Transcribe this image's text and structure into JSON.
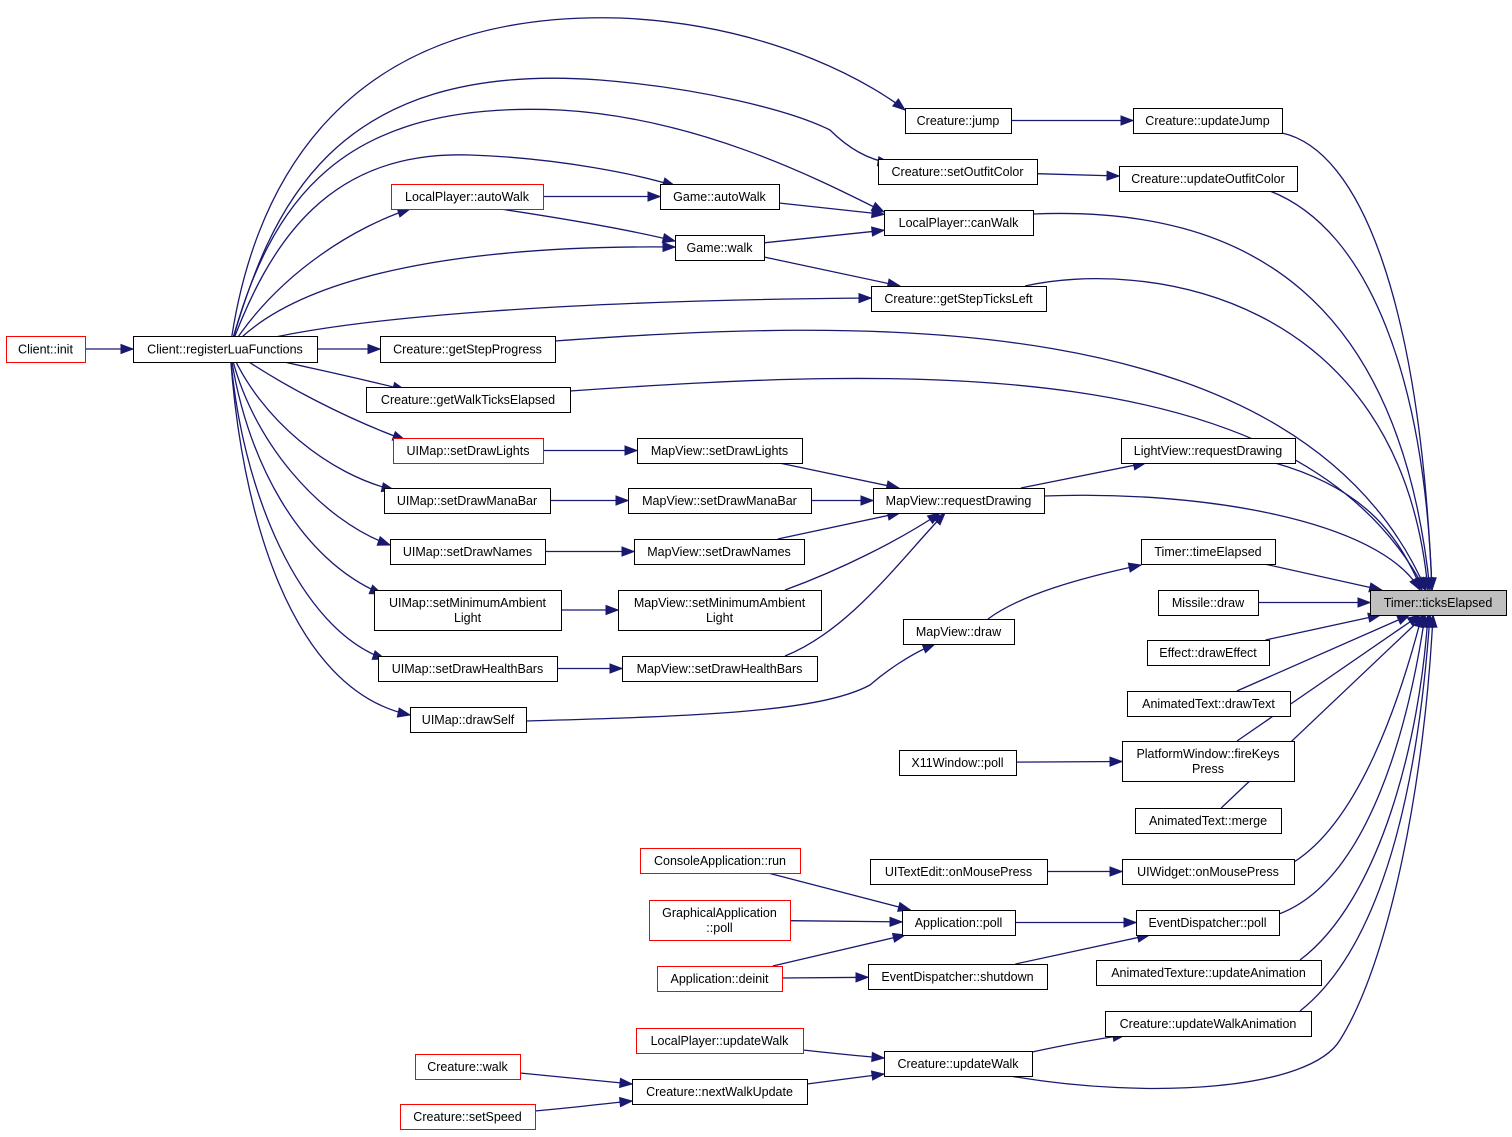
{
  "graph": {
    "root": "ticks_elapsed",
    "nodes": [
      {
        "id": "ticks_elapsed",
        "lines": [
          "Timer::ticksElapsed"
        ],
        "root": true
      },
      {
        "id": "jump",
        "lines": [
          "Creature::jump"
        ]
      },
      {
        "id": "update_jump",
        "lines": [
          "Creature::updateJump"
        ]
      },
      {
        "id": "set_outfit_color",
        "lines": [
          "Creature::setOutfitColor"
        ]
      },
      {
        "id": "update_outfit_color",
        "lines": [
          "Creature::updateOutfitColor"
        ]
      },
      {
        "id": "lp_auto_walk",
        "lines": [
          "LocalPlayer::autoWalk"
        ],
        "truncated": true
      },
      {
        "id": "game_auto_walk",
        "lines": [
          "Game::autoWalk"
        ]
      },
      {
        "id": "lp_can_walk",
        "lines": [
          "LocalPlayer::canWalk"
        ]
      },
      {
        "id": "game_walk",
        "lines": [
          "Game::walk"
        ]
      },
      {
        "id": "get_step_ticks_left",
        "lines": [
          "Creature::getStepTicksLeft"
        ]
      },
      {
        "id": "client_init",
        "lines": [
          "Client::init"
        ],
        "truncated": true
      },
      {
        "id": "register_lua",
        "lines": [
          "Client::registerLuaFunctions"
        ]
      },
      {
        "id": "get_step_progress",
        "lines": [
          "Creature::getStepProgress"
        ]
      },
      {
        "id": "get_walk_ticks",
        "lines": [
          "Creature::getWalkTicksElapsed"
        ]
      },
      {
        "id": "uimap_set_draw_lights",
        "lines": [
          "UIMap::setDrawLights"
        ],
        "truncated": true
      },
      {
        "id": "mv_set_draw_lights",
        "lines": [
          "MapView::setDrawLights"
        ]
      },
      {
        "id": "lightview_request",
        "lines": [
          "LightView::requestDrawing"
        ]
      },
      {
        "id": "uimap_set_mana",
        "lines": [
          "UIMap::setDrawManaBar"
        ]
      },
      {
        "id": "mv_set_mana",
        "lines": [
          "MapView::setDrawManaBar"
        ]
      },
      {
        "id": "mv_request",
        "lines": [
          "MapView::requestDrawing"
        ]
      },
      {
        "id": "uimap_set_names",
        "lines": [
          "UIMap::setDrawNames"
        ]
      },
      {
        "id": "mv_set_names",
        "lines": [
          "MapView::setDrawNames"
        ]
      },
      {
        "id": "time_elapsed",
        "lines": [
          "Timer::timeElapsed"
        ]
      },
      {
        "id": "uimap_set_ambient",
        "lines": [
          "UIMap::setMinimumAmbient",
          "Light"
        ]
      },
      {
        "id": "mv_set_ambient",
        "lines": [
          "MapView::setMinimumAmbient",
          "Light"
        ]
      },
      {
        "id": "missile_draw",
        "lines": [
          "Missile::draw"
        ]
      },
      {
        "id": "mv_draw",
        "lines": [
          "MapView::draw"
        ]
      },
      {
        "id": "effect_draw",
        "lines": [
          "Effect::drawEffect"
        ]
      },
      {
        "id": "uimap_set_health",
        "lines": [
          "UIMap::setDrawHealthBars"
        ]
      },
      {
        "id": "mv_set_health",
        "lines": [
          "MapView::setDrawHealthBars"
        ]
      },
      {
        "id": "animtext_draw",
        "lines": [
          "AnimatedText::drawText"
        ]
      },
      {
        "id": "uimap_draw_self",
        "lines": [
          "UIMap::drawSelf"
        ]
      },
      {
        "id": "x11_poll",
        "lines": [
          "X11Window::poll"
        ]
      },
      {
        "id": "fire_keys",
        "lines": [
          "PlatformWindow::fireKeys",
          "Press"
        ]
      },
      {
        "id": "animtext_merge",
        "lines": [
          "AnimatedText::merge"
        ]
      },
      {
        "id": "console_run",
        "lines": [
          "ConsoleApplication::run"
        ],
        "truncated": true
      },
      {
        "id": "textedit_press",
        "lines": [
          "UITextEdit::onMousePress"
        ]
      },
      {
        "id": "widget_press",
        "lines": [
          "UIWidget::onMousePress"
        ]
      },
      {
        "id": "graphical_poll",
        "lines": [
          "GraphicalApplication",
          "::poll"
        ],
        "truncated": true
      },
      {
        "id": "app_poll",
        "lines": [
          "Application::poll"
        ]
      },
      {
        "id": "dispatcher_poll",
        "lines": [
          "EventDispatcher::poll"
        ]
      },
      {
        "id": "app_deinit",
        "lines": [
          "Application::deinit"
        ],
        "truncated": true
      },
      {
        "id": "dispatcher_shutdown",
        "lines": [
          "EventDispatcher::shutdown"
        ]
      },
      {
        "id": "anim_texture",
        "lines": [
          "AnimatedTexture::updateAnimation"
        ]
      },
      {
        "id": "update_walk_anim",
        "lines": [
          "Creature::updateWalkAnimation"
        ]
      },
      {
        "id": "lp_update_walk",
        "lines": [
          "LocalPlayer::updateWalk"
        ],
        "truncated": true
      },
      {
        "id": "update_walk",
        "lines": [
          "Creature::updateWalk"
        ]
      },
      {
        "id": "creature_walk",
        "lines": [
          "Creature::walk"
        ],
        "truncated": true
      },
      {
        "id": "next_walk_update",
        "lines": [
          "Creature::nextWalkUpdate"
        ]
      },
      {
        "id": "set_speed",
        "lines": [
          "Creature::setSpeed"
        ],
        "truncated": true
      }
    ],
    "edges": [
      [
        "client_init",
        "register_lua"
      ],
      [
        "register_lua",
        "jump"
      ],
      [
        "register_lua",
        "set_outfit_color"
      ],
      [
        "register_lua",
        "game_auto_walk"
      ],
      [
        "register_lua",
        "lp_can_walk"
      ],
      [
        "register_lua",
        "lp_auto_walk"
      ],
      [
        "register_lua",
        "game_walk"
      ],
      [
        "register_lua",
        "get_step_ticks_left"
      ],
      [
        "register_lua",
        "get_step_progress"
      ],
      [
        "register_lua",
        "get_walk_ticks"
      ],
      [
        "register_lua",
        "uimap_set_draw_lights"
      ],
      [
        "register_lua",
        "uimap_set_mana"
      ],
      [
        "register_lua",
        "uimap_set_names"
      ],
      [
        "register_lua",
        "uimap_set_ambient"
      ],
      [
        "register_lua",
        "uimap_set_health"
      ],
      [
        "register_lua",
        "uimap_draw_self"
      ],
      [
        "jump",
        "update_jump"
      ],
      [
        "set_outfit_color",
        "update_outfit_color"
      ],
      [
        "lp_auto_walk",
        "game_auto_walk"
      ],
      [
        "lp_auto_walk",
        "game_walk"
      ],
      [
        "game_auto_walk",
        "lp_can_walk"
      ],
      [
        "game_walk",
        "lp_can_walk"
      ],
      [
        "game_walk",
        "get_step_ticks_left"
      ],
      [
        "uimap_set_draw_lights",
        "mv_set_draw_lights"
      ],
      [
        "uimap_set_mana",
        "mv_set_mana"
      ],
      [
        "uimap_set_names",
        "mv_set_names"
      ],
      [
        "uimap_set_ambient",
        "mv_set_ambient"
      ],
      [
        "uimap_set_health",
        "mv_set_health"
      ],
      [
        "uimap_draw_self",
        "mv_draw"
      ],
      [
        "mv_set_draw_lights",
        "mv_request"
      ],
      [
        "mv_set_mana",
        "mv_request"
      ],
      [
        "mv_set_names",
        "mv_request"
      ],
      [
        "mv_set_ambient",
        "mv_request"
      ],
      [
        "mv_set_health",
        "mv_request"
      ],
      [
        "mv_request",
        "lightview_request"
      ],
      [
        "mv_draw",
        "time_elapsed"
      ],
      [
        "x11_poll",
        "fire_keys"
      ],
      [
        "textedit_press",
        "widget_press"
      ],
      [
        "console_run",
        "app_poll"
      ],
      [
        "graphical_poll",
        "app_poll"
      ],
      [
        "app_deinit",
        "app_poll"
      ],
      [
        "app_deinit",
        "dispatcher_shutdown"
      ],
      [
        "app_poll",
        "dispatcher_poll"
      ],
      [
        "dispatcher_shutdown",
        "dispatcher_poll"
      ],
      [
        "lp_update_walk",
        "update_walk"
      ],
      [
        "next_walk_update",
        "update_walk"
      ],
      [
        "creature_walk",
        "next_walk_update"
      ],
      [
        "set_speed",
        "next_walk_update"
      ],
      [
        "update_walk",
        "update_walk_anim"
      ],
      [
        "update_jump",
        "ticks_elapsed"
      ],
      [
        "update_outfit_color",
        "ticks_elapsed"
      ],
      [
        "lp_can_walk",
        "ticks_elapsed"
      ],
      [
        "get_step_ticks_left",
        "ticks_elapsed"
      ],
      [
        "get_step_progress",
        "ticks_elapsed"
      ],
      [
        "get_walk_ticks",
        "ticks_elapsed"
      ],
      [
        "lightview_request",
        "ticks_elapsed"
      ],
      [
        "mv_request",
        "ticks_elapsed"
      ],
      [
        "time_elapsed",
        "ticks_elapsed"
      ],
      [
        "missile_draw",
        "ticks_elapsed"
      ],
      [
        "effect_draw",
        "ticks_elapsed"
      ],
      [
        "animtext_draw",
        "ticks_elapsed"
      ],
      [
        "fire_keys",
        "ticks_elapsed"
      ],
      [
        "animtext_merge",
        "ticks_elapsed"
      ],
      [
        "widget_press",
        "ticks_elapsed"
      ],
      [
        "dispatcher_poll",
        "ticks_elapsed"
      ],
      [
        "anim_texture",
        "ticks_elapsed"
      ],
      [
        "update_walk_anim",
        "ticks_elapsed"
      ],
      [
        "update_walk",
        "ticks_elapsed"
      ]
    ]
  }
}
